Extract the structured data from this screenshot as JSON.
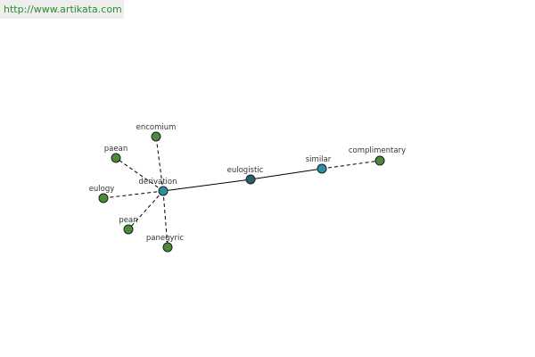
{
  "site": {
    "url_text": "http://www.artikata.com"
  },
  "colors": {
    "center": "#2e5d6b",
    "leaf": "#4a8a3a",
    "sense": "#2a8fa0",
    "link_solid": "#000000",
    "link_dashed": "#000000"
  },
  "nodes": [
    {
      "id": "eulogistic",
      "label": "eulogistic",
      "kind": "center"
    },
    {
      "id": "similar",
      "label": "similar",
      "kind": "sense"
    },
    {
      "id": "derivation",
      "label": "derivation",
      "kind": "sense"
    },
    {
      "id": "complimentary",
      "label": "complimentary",
      "kind": "leaf"
    },
    {
      "id": "encomium",
      "label": "encomium",
      "kind": "leaf"
    },
    {
      "id": "paean",
      "label": "paean",
      "kind": "leaf"
    },
    {
      "id": "eulogy",
      "label": "eulogy",
      "kind": "leaf"
    },
    {
      "id": "pean",
      "label": "pean",
      "kind": "leaf"
    },
    {
      "id": "panegyric",
      "label": "panegyric",
      "kind": "leaf"
    }
  ],
  "edges": [
    {
      "from": "eulogistic",
      "to": "similar",
      "style": "solid"
    },
    {
      "from": "eulogistic",
      "to": "derivation",
      "style": "solid"
    },
    {
      "from": "similar",
      "to": "complimentary",
      "style": "dashed"
    },
    {
      "from": "derivation",
      "to": "encomium",
      "style": "dashed"
    },
    {
      "from": "derivation",
      "to": "paean",
      "style": "dashed"
    },
    {
      "from": "derivation",
      "to": "eulogy",
      "style": "dashed"
    },
    {
      "from": "derivation",
      "to": "pean",
      "style": "dashed"
    },
    {
      "from": "derivation",
      "to": "panegyric",
      "style": "dashed"
    }
  ]
}
